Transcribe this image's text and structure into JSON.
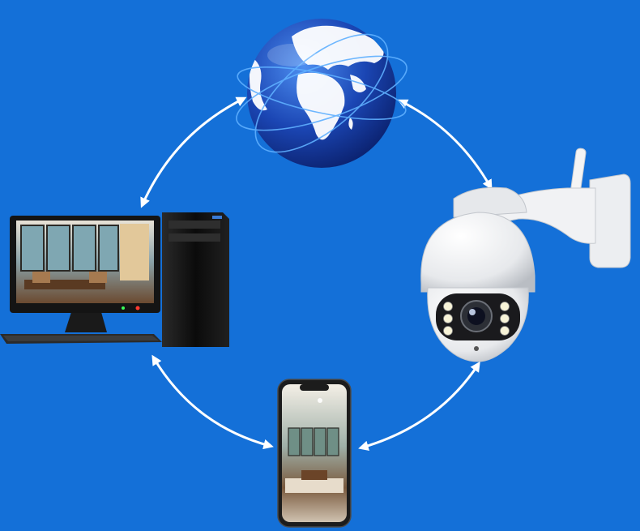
{
  "colors": {
    "background": "#1470d8",
    "arrow": "#ffffff",
    "globe_ocean": "#1a3fae",
    "globe_land": "#ffffff",
    "camera_body": "#f2f3f5",
    "monitor_frame": "#141414",
    "tower_body": "#111111",
    "phone_frame": "#1c1c1c"
  },
  "diagram": {
    "nodes": [
      {
        "id": "globe",
        "icon": "globe-icon"
      },
      {
        "id": "camera",
        "icon": "ptz-camera-icon"
      },
      {
        "id": "computer",
        "icon": "desktop-computer-icon"
      },
      {
        "id": "phone",
        "icon": "smartphone-icon"
      }
    ],
    "links": [
      {
        "from": "computer",
        "to": "globe",
        "bidirectional": true
      },
      {
        "from": "camera",
        "to": "globe",
        "bidirectional": true
      },
      {
        "from": "computer",
        "to": "phone",
        "bidirectional": true
      },
      {
        "from": "camera",
        "to": "phone",
        "bidirectional": true
      }
    ]
  }
}
